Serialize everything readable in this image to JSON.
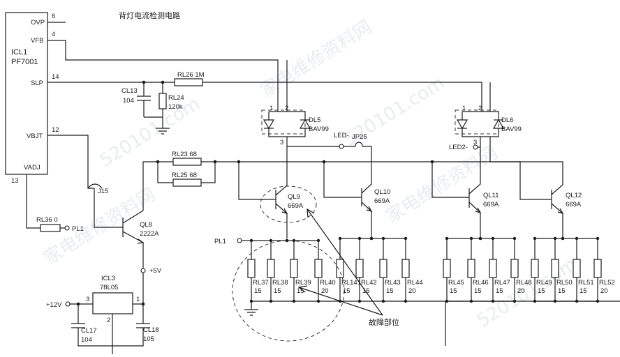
{
  "title": "背灯电流检测电路",
  "fault_label": "故障部位",
  "ic1": {
    "name": "ICL1",
    "part": "PF7001",
    "pins": [
      {
        "num": "6",
        "name": "OVP"
      },
      {
        "num": "4",
        "name": "VFB"
      },
      {
        "num": "14",
        "name": "SLP"
      },
      {
        "num": "12",
        "name": "VBJT"
      },
      {
        "num": "13",
        "name": "VADJ"
      }
    ]
  },
  "ic3": {
    "name": "ICL3",
    "part": "78L05",
    "pin_in": "3",
    "pin_gnd": "2",
    "pin_out": "1"
  },
  "resistors": {
    "rl26": {
      "ref": "RL26",
      "val": "1M"
    },
    "rl24": {
      "ref": "RL24",
      "val": "120k"
    },
    "rl23": {
      "ref": "RL23",
      "val": "68"
    },
    "rl25": {
      "ref": "RL25",
      "val": "68"
    },
    "rl36": {
      "ref": "RL36",
      "val": "0"
    }
  },
  "sense_resistors": [
    {
      "ref": "RL37",
      "val": "15"
    },
    {
      "ref": "RL38",
      "val": "15"
    },
    {
      "ref": "RL39",
      "val": "15"
    },
    {
      "ref": "RL40",
      "val": "20"
    },
    {
      "ref": "RL141",
      "val": "15"
    },
    {
      "ref": "RL42",
      "val": "15"
    },
    {
      "ref": "RL43",
      "val": "15"
    },
    {
      "ref": "RL44",
      "val": "20"
    },
    {
      "ref": "RL45",
      "val": "15"
    },
    {
      "ref": "RL46",
      "val": "15"
    },
    {
      "ref": "RL47",
      "val": "15"
    },
    {
      "ref": "RL48",
      "val": "20"
    },
    {
      "ref": "RL49",
      "val": "15"
    },
    {
      "ref": "RL50",
      "val": "15"
    },
    {
      "ref": "RL51",
      "val": "15"
    },
    {
      "ref": "RL52",
      "val": "20"
    }
  ],
  "capacitors": {
    "cl13": {
      "ref": "CL13",
      "val": "104"
    },
    "cl17": {
      "ref": "CL17",
      "val": "104"
    },
    "cl18": {
      "ref": "CL18",
      "val": "105"
    }
  },
  "diodes": {
    "dl5": {
      "ref": "DL5",
      "part": "BAV99",
      "pin1": "1",
      "pin2": "2",
      "pin3": "3"
    },
    "dl6": {
      "ref": "DL6",
      "part": "BAV99",
      "pin1": "1",
      "pin2": "2",
      "pin3": "3"
    }
  },
  "transistors": {
    "ql8": {
      "ref": "QL8",
      "part": "2222A"
    },
    "ql9": {
      "ref": "QL9",
      "part": "669A"
    },
    "ql10": {
      "ref": "QL10",
      "part": "669A"
    },
    "ql11": {
      "ref": "QL11",
      "part": "669A"
    },
    "ql12": {
      "ref": "QL12",
      "part": "669A"
    }
  },
  "nets": {
    "pl1": "PL1",
    "pl1_left": "PL1",
    "led_minus": "LED-",
    "led2_minus": "LED2-",
    "plus5v": "+5V",
    "plus12v": "+12V"
  },
  "jumpers": {
    "j15": "J15",
    "jp25": "JP25"
  },
  "watermarks": [
    "家电维修资料网",
    "520101.com"
  ]
}
